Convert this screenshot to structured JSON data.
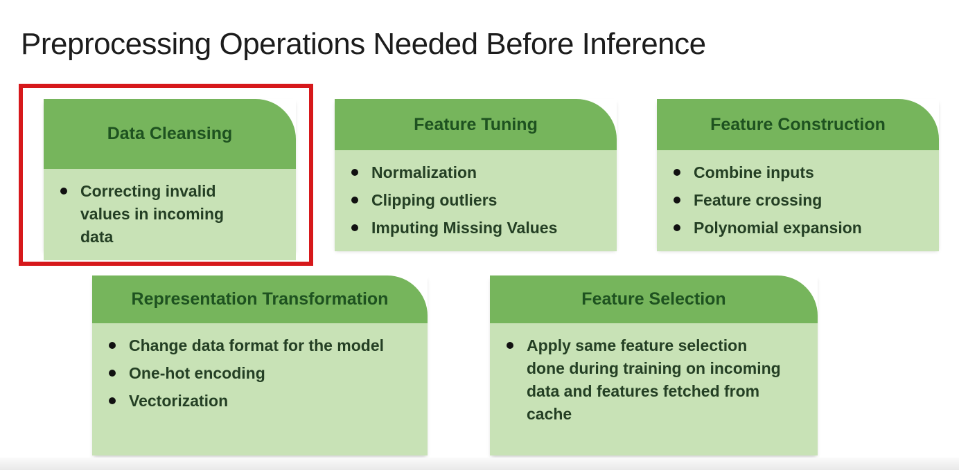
{
  "slide": {
    "title": "Preprocessing Operations Needed Before Inference"
  },
  "colors": {
    "card_header_green": "#76b55c",
    "card_body_green": "#c8e2b6",
    "card_title_text_green": "#1e5220",
    "bullet_text_green": "#243f24",
    "highlight_red": "#d6181b",
    "title_text": "#1c1c1c"
  },
  "cards": [
    {
      "title": "Data Cleansing",
      "highlighted": true,
      "bullets": [
        "Correcting invalid values in incoming data"
      ]
    },
    {
      "title": "Feature Tuning",
      "highlighted": false,
      "bullets": [
        "Normalization",
        "Clipping outliers",
        "Imputing Missing Values"
      ]
    },
    {
      "title": "Feature Construction",
      "highlighted": false,
      "bullets": [
        "Combine inputs",
        "Feature crossing",
        "Polynomial expansion"
      ]
    },
    {
      "title": "Representation Transformation",
      "highlighted": false,
      "bullets": [
        "Change data format for the model",
        "One-hot encoding",
        "Vectorization"
      ]
    },
    {
      "title": "Feature Selection",
      "highlighted": false,
      "bullets": [
        "Apply same feature selection done during training on incoming data and features fetched from cache"
      ]
    }
  ]
}
